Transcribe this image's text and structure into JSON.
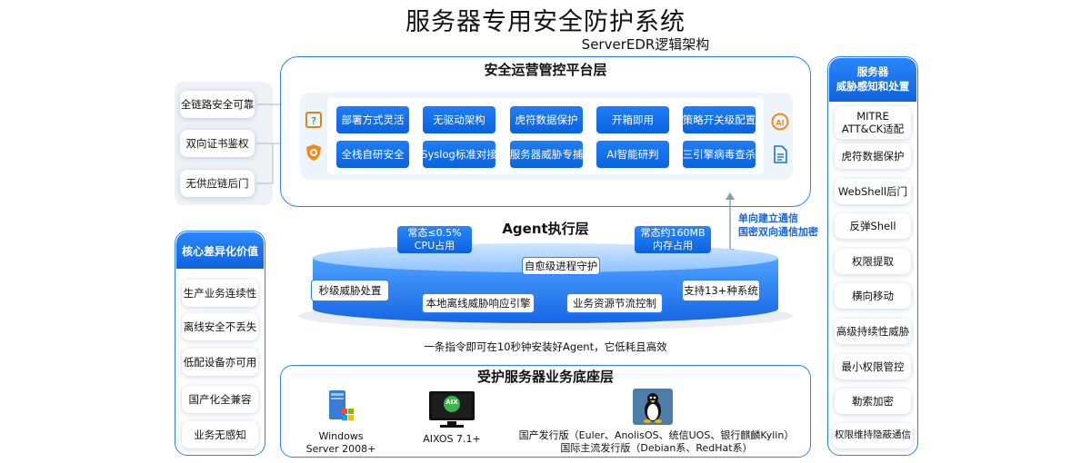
{
  "title": "服务器专用安全防护系统",
  "subtitle": "ServerEDR逻辑架构",
  "platform_layer": {
    "title": "安全运营管控平台层",
    "features_row1": [
      "部署方式灵活",
      "无驱动架构",
      "虎符数据保护",
      "开箱即用",
      "策略开关级配置"
    ],
    "features_row2": [
      "全栈自研安全",
      "Syslog标准对接",
      "服务器威胁专捕",
      "AI智能研判",
      "三引擎病毒查杀"
    ]
  },
  "left_top_items": [
    "全链路安全可靠",
    "双向证书鉴权",
    "无供应链后门"
  ],
  "left_bottom": {
    "header": "核心差异化价值",
    "items": [
      "生产业务连续性",
      "离线安全不丢失",
      "低配设备亦可用",
      "国产化全兼容",
      "业务无感知"
    ]
  },
  "right_panel": {
    "header_line1": "服务器",
    "header_line2": "威胁感知和处置",
    "items": [
      "MITRE ATT&CK适配",
      "虎符数据保护",
      "WebShell后门",
      "反弹Shell",
      "权限提取",
      "横向移动",
      "高级持续性威胁",
      "最小权限管控",
      "勒索加密",
      "权限维持隐蔽通信"
    ]
  },
  "channel": {
    "line1": "单向建立通信",
    "line2": "国密双向通信加密"
  },
  "agent_layer": {
    "title": "Agent执行层",
    "cpu_line1": "常态≤0.5%",
    "cpu_line2": "CPU占用",
    "mem_line1": "常态约160MB",
    "mem_line2": "内存占用",
    "tags": {
      "self_heal": "自愈级进程守护",
      "second_level": "秒级威胁处置",
      "offline_engine": "本地离线威胁响应引擎",
      "throttle": "业务资源节流控制",
      "multi_os": "支持13+种系统"
    },
    "caption": "一条指令即可在10秒钟安装好Agent，它低耗且高效"
  },
  "base_layer": {
    "title": "受护服务器业务底座层",
    "windows_line1": "Windows",
    "windows_line2": "Server 2008+",
    "aix_logo": "AIX",
    "aix_label": "AIXOS 7.1+",
    "linux_line1": "国产发行版（Euler、AnolisOS、统信UOS、银行麒麟Kylin）",
    "linux_line2": "国际主流发行版（Debian系、RedHat系）"
  },
  "colors": {
    "accent": "#1f7df7",
    "accent_dark": "#0b63de",
    "frame": "#2d7ff9",
    "channel_text": "#1565d8"
  }
}
